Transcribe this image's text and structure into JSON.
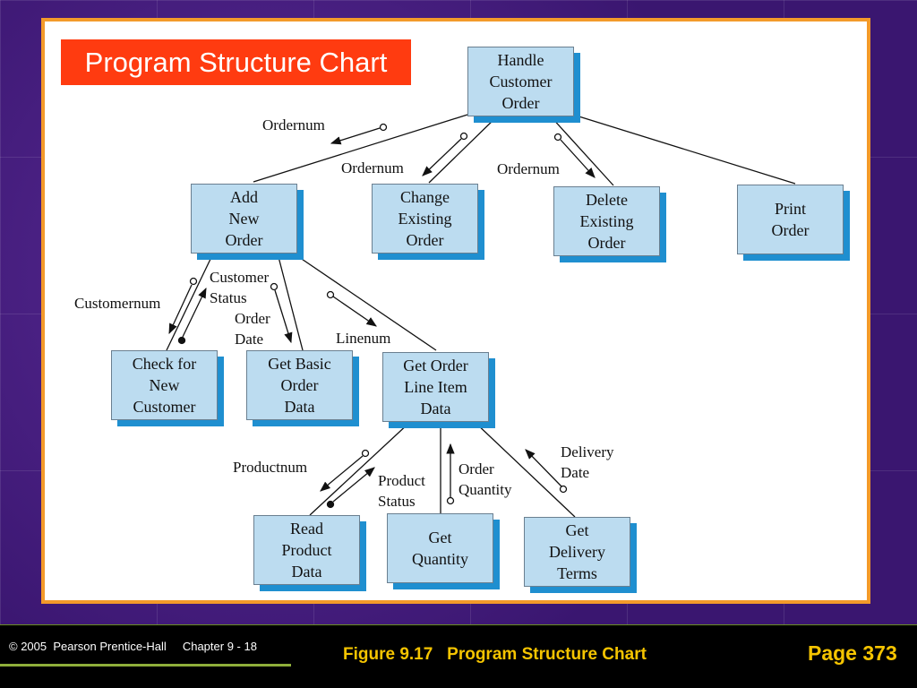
{
  "slide": {
    "title": "Program Structure Chart",
    "footer": {
      "copyright": "© 2005  Pearson Prentice-Hall     Chapter 9 - 18",
      "caption": "Figure 9.17   Program Structure Chart",
      "page": "Page 373"
    }
  },
  "modules": {
    "handle": [
      "Handle",
      "Customer",
      "Order"
    ],
    "add": [
      "Add",
      "New",
      "Order"
    ],
    "change": [
      "Change",
      "Existing",
      "Order"
    ],
    "delete": [
      "Delete",
      "Existing",
      "Order"
    ],
    "print": [
      "Print",
      "Order"
    ],
    "check": [
      "Check for",
      "New",
      "Customer"
    ],
    "basic": [
      "Get Basic",
      "Order",
      "Data"
    ],
    "lineitem": [
      "Get Order",
      "Line Item",
      "Data"
    ],
    "readproduct": [
      "Read",
      "Product",
      "Data"
    ],
    "quantity": [
      "Get",
      "Quantity"
    ],
    "delivery": [
      "Get",
      "Delivery",
      "Terms"
    ]
  },
  "couples": {
    "ordernum_add": "Ordernum",
    "ordernum_change": "Ordernum",
    "ordernum_delete": "Ordernum",
    "customernum": "Customernum",
    "customer_status": [
      "Customer",
      "Status"
    ],
    "order_date": [
      "Order",
      "Date"
    ],
    "linenum": "Linenum",
    "productnum": "Productnum",
    "product_status": [
      "Product",
      "Status"
    ],
    "order_quantity": [
      "Order",
      "Quantity"
    ],
    "delivery_date": [
      "Delivery",
      "Date"
    ]
  }
}
